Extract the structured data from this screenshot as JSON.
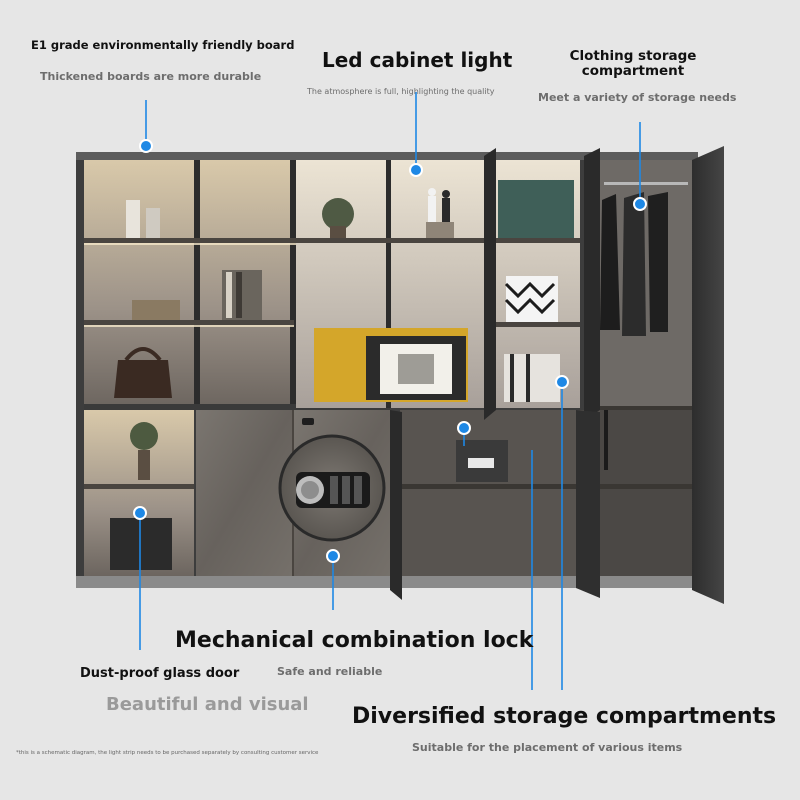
{
  "callouts": {
    "e1_board": {
      "title": "E1 grade environmentally friendly board",
      "subtitle": "Thickened boards are more durable"
    },
    "led_light": {
      "title": "Led cabinet light",
      "subtitle": "The atmosphere is full, highlighting the quality"
    },
    "clothing": {
      "title_line1": "Clothing storage",
      "title_line2": "compartment",
      "subtitle": "Meet a variety of storage needs"
    },
    "lock": {
      "title": "Mechanical combination lock",
      "subtitle": "Safe and reliable"
    },
    "glass_door": {
      "title": "Dust-proof glass door",
      "subtitle": "Beautiful and visual"
    },
    "storage": {
      "title": "Diversified storage compartments",
      "subtitle": "Suitable for the placement of various items"
    }
  },
  "footnote": "*this is a schematic diagram, the light strip needs to be purchased separately by consulting customer service",
  "colors": {
    "background": "#e6e6e6",
    "accent_dot": "#1e88e5",
    "cabinet_frame": "#3b3b3b",
    "wood_panel": "#6f6a64"
  }
}
